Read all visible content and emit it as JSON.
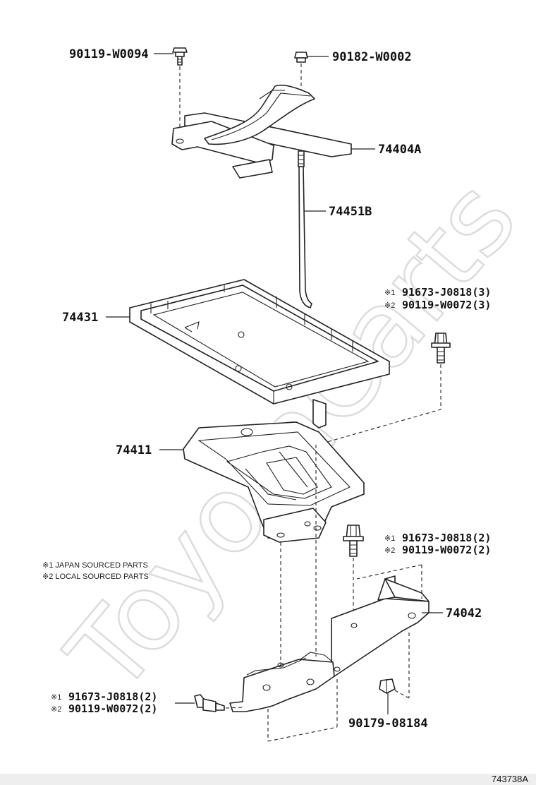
{
  "watermark": "ToyotaCarts",
  "parts": {
    "p_90119_w0094": "90119-W0094",
    "p_90182_w0002": "90182-W0002",
    "p_74404a": "74404A",
    "p_74451b": "74451B",
    "p_74431": "74431",
    "p_74411": "74411",
    "p_74042": "74042",
    "p_90179_08184": "90179-08184"
  },
  "callouts": {
    "upper_right": {
      "m1": "※1",
      "l1": "91673-J0818(3)",
      "m2": "※2",
      "l2": "90119-W0072(3)"
    },
    "mid_right": {
      "m1": "※1",
      "l1": "91673-J0818(2)",
      "m2": "※2",
      "l2": "90119-W0072(2)"
    },
    "lower_left": {
      "m1": "※1",
      "l1": "91673-J0818(2)",
      "m2": "※2",
      "l2": "90119-W0072(2)"
    }
  },
  "legend": {
    "note1": "※1 JAPAN SOURCED PARTS",
    "note2": "※2 LOCAL SOURCED PARTS"
  },
  "diagram_code": "743738A"
}
